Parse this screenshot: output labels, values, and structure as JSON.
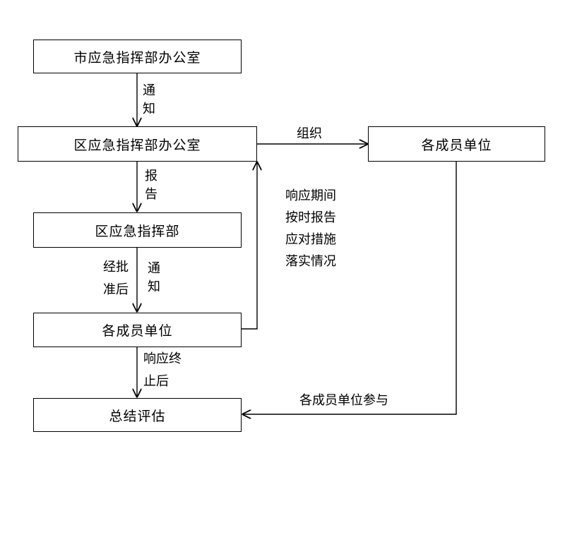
{
  "nodes": {
    "city_office": "市应急指挥部办公室",
    "district_office": "区应急指挥部办公室",
    "member_units_right": "各成员单位",
    "district_command": "区应急指挥部",
    "member_units": "各成员单位",
    "evaluation": "总结评估"
  },
  "edges": {
    "notify_1": [
      "通",
      "知"
    ],
    "organize": "组织",
    "report": [
      "报",
      "告"
    ],
    "approved": [
      "经批",
      "准后"
    ],
    "notify_2": [
      "通",
      "知"
    ],
    "after_response": [
      "响应终",
      "止后"
    ],
    "member_participate": "各成员单位参与",
    "during_response": [
      "响应期间",
      "按时报告",
      "应对措施",
      "落实情况"
    ]
  }
}
